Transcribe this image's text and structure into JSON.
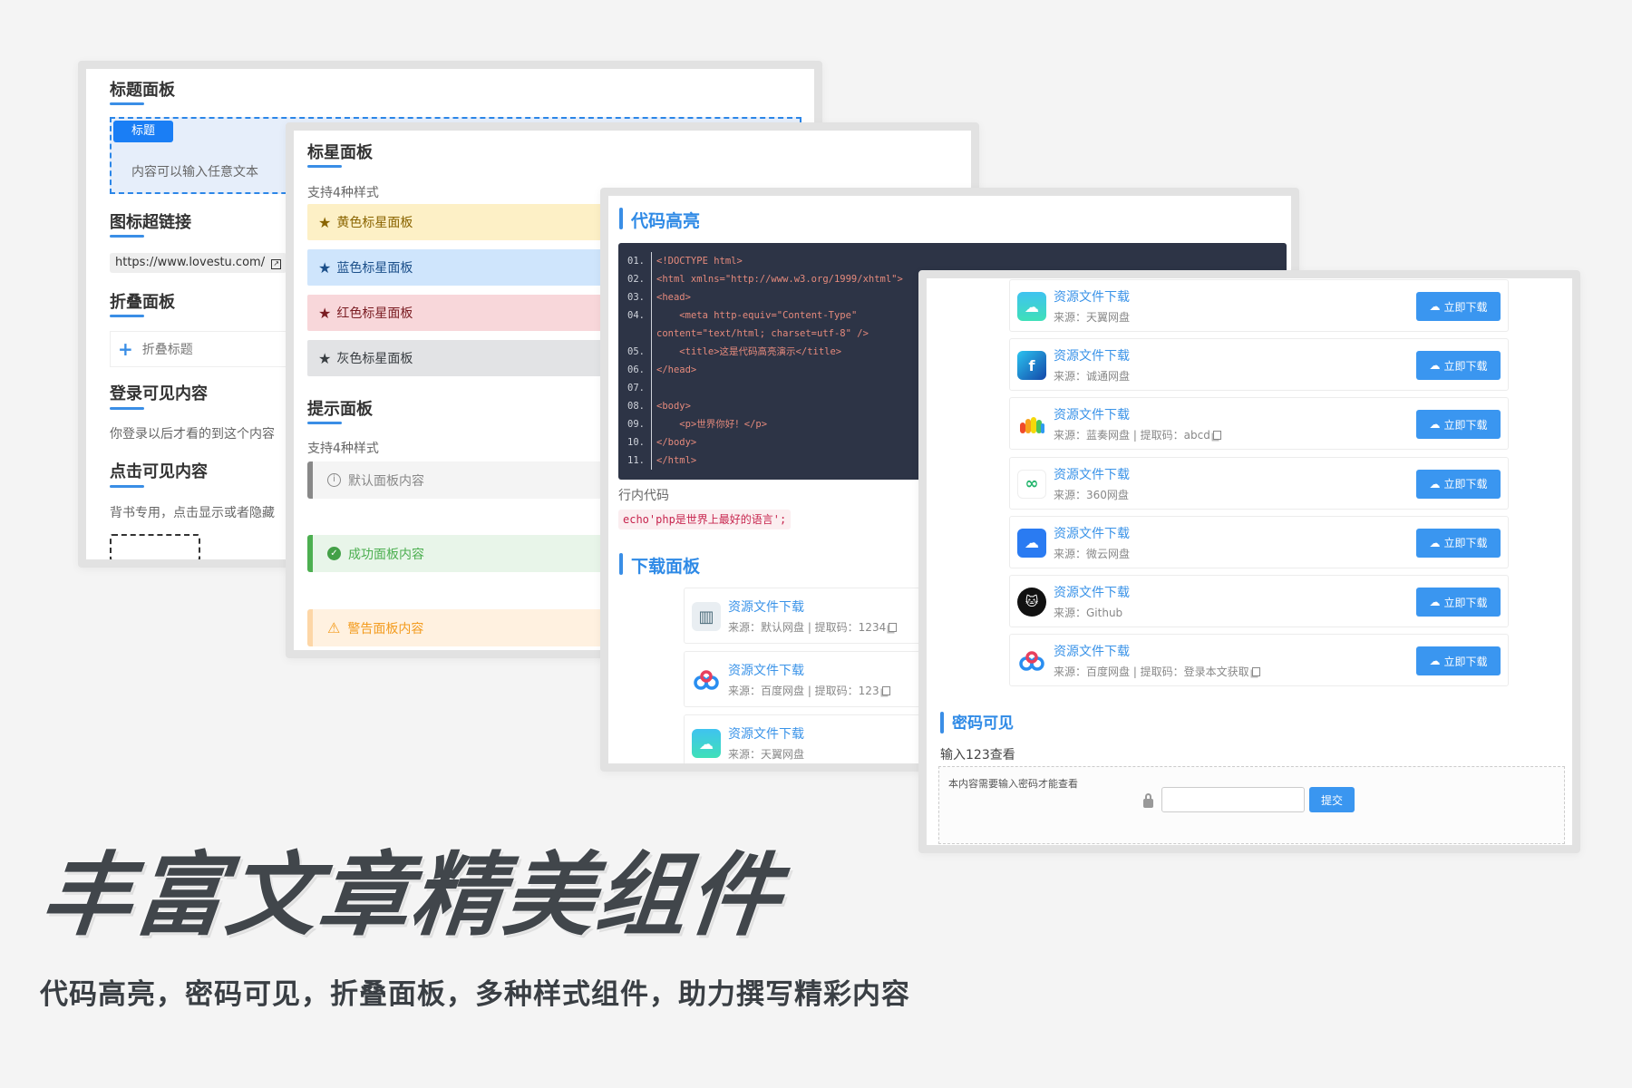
{
  "panel1": {
    "title": "标题面板",
    "badge": "标题",
    "badge_content": "内容可以输入任意文本",
    "link_heading": "图标超链接",
    "link_text": "https://www.lovestu.com/",
    "collapse_heading": "折叠面板",
    "collapse_title": "折叠标题",
    "login_heading": "登录可见内容",
    "login_text": "你登录以后才看的到这个内容",
    "click_heading": "点击可见内容",
    "click_text": "背书专用，点击显示或者隐藏"
  },
  "panel2": {
    "star_heading": "标星面板",
    "star_desc": "支持4种样式",
    "stars": [
      {
        "label": "黄色标星面板",
        "bg": "#fdf0c6",
        "color": "#8a6400"
      },
      {
        "label": "蓝色标星面板",
        "bg": "#cfe5fc",
        "color": "#1b4f8a"
      },
      {
        "label": "红色标星面板",
        "bg": "#f8d7da",
        "color": "#7a1c22"
      },
      {
        "label": "灰色标星面板",
        "bg": "#e2e3e5",
        "color": "#383d41"
      }
    ],
    "tip_heading": "提示面板",
    "tip_desc": "支持4种样式",
    "tips": {
      "default": "默认面板内容",
      "success": "成功面板内容",
      "warning": "警告面板内容"
    }
  },
  "panel3": {
    "code_heading": "代码高亮",
    "code_lines": [
      {
        "no": "01.",
        "text": "<!DOCTYPE html>"
      },
      {
        "no": "02.",
        "text": "<html xmlns=\"http://www.w3.org/1999/xhtml\">"
      },
      {
        "no": "03.",
        "text": "<head>"
      },
      {
        "no": "04.",
        "text": "    <meta http-equiv=\"Content-Type\" content=\"text/html; charset=utf-8\" />"
      },
      {
        "no": "05.",
        "text": "    <title>这是代码高亮演示</title>"
      },
      {
        "no": "06.",
        "text": "</head>"
      },
      {
        "no": "07.",
        "text": ""
      },
      {
        "no": "08.",
        "text": "<body>"
      },
      {
        "no": "09.",
        "text": "    <p>世界你好！</p>"
      },
      {
        "no": "10.",
        "text": "</body>"
      },
      {
        "no": "11.",
        "text": "</html>"
      }
    ],
    "inline_label": "行内代码",
    "inline_code": "echo'php是世界上最好的语言';",
    "download_heading": "下载面板",
    "downloads": [
      {
        "title": "资源文件下载",
        "source": "来源：默认网盘 | 提取码：1234",
        "icon": "books-icon",
        "copy": true
      },
      {
        "title": "资源文件下载",
        "source": "来源：百度网盘 | 提取码：123",
        "icon": "baidu-cloud-icon",
        "copy": true
      },
      {
        "title": "资源文件下载",
        "source": "来源：天翼网盘",
        "icon": "tianyi-cloud-icon",
        "copy": false
      }
    ]
  },
  "panel4": {
    "downloads": [
      {
        "title": "资源文件下载",
        "source": "来源：天翼网盘",
        "icon": "tianyi-cloud-icon",
        "copy": false
      },
      {
        "title": "资源文件下载",
        "source": "来源：诚通网盘",
        "icon": "chengtong-icon",
        "copy": false
      },
      {
        "title": "资源文件下载",
        "source": "来源：蓝奏网盘 | 提取码：abcd",
        "icon": "lanzou-cloud-icon",
        "copy": true
      },
      {
        "title": "资源文件下载",
        "source": "来源：360网盘",
        "icon": "360-cloud-icon",
        "copy": false
      },
      {
        "title": "资源文件下载",
        "source": "来源：微云网盘",
        "icon": "weiyun-icon",
        "copy": false
      },
      {
        "title": "资源文件下载",
        "source": "来源：Github",
        "icon": "github-icon",
        "copy": false
      },
      {
        "title": "资源文件下载",
        "source": "来源：百度网盘 | 提取码：登录本文获取",
        "icon": "baidu-cloud-icon",
        "copy": true
      }
    ],
    "download_button": "立即下载",
    "password_heading": "密码可见",
    "password_hint": "输入123查看",
    "password_notice": "本内容需要输入密码才能查看",
    "password_value": "",
    "submit": "提交"
  },
  "headline": "丰富文章精美组件",
  "subheadline": "代码高亮，密码可见，折叠面板，多种样式组件，助力撰写精彩内容",
  "colors": {
    "accent": "#3a8ee6",
    "button": "#3a96f0",
    "code_bg": "#2d3446"
  }
}
